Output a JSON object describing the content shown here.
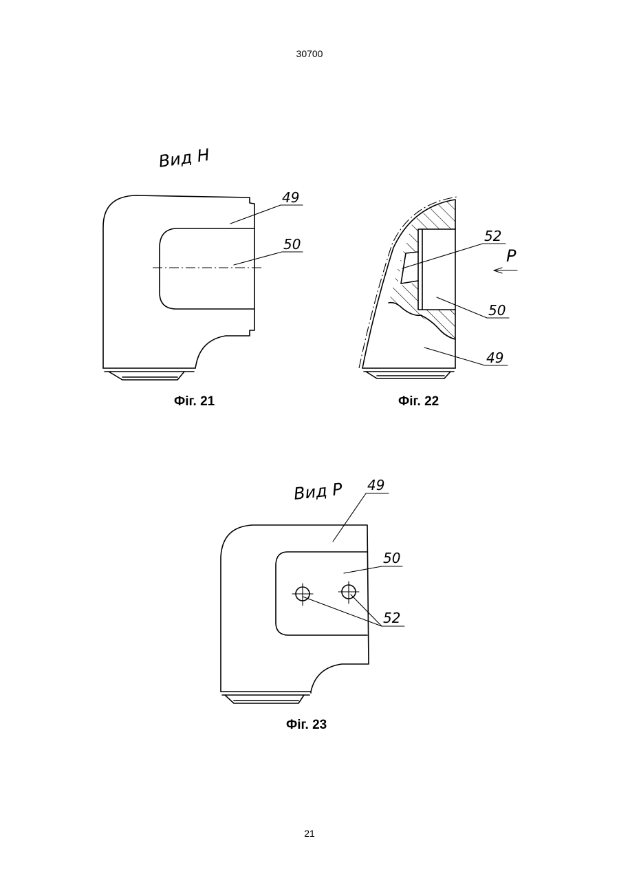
{
  "header": {
    "doc_number": "30700"
  },
  "footer": {
    "page_number": "21"
  },
  "figures": [
    {
      "caption": "Фіг. 21",
      "view_label": "Вид Н",
      "callouts": [
        "49",
        "50"
      ]
    },
    {
      "caption": "Фіг. 22",
      "direction_label": "P",
      "callouts": [
        "52",
        "50",
        "49"
      ]
    },
    {
      "caption": "Фіг. 23",
      "view_label": "Вид Р",
      "callouts": [
        "49",
        "50",
        "52"
      ]
    }
  ]
}
